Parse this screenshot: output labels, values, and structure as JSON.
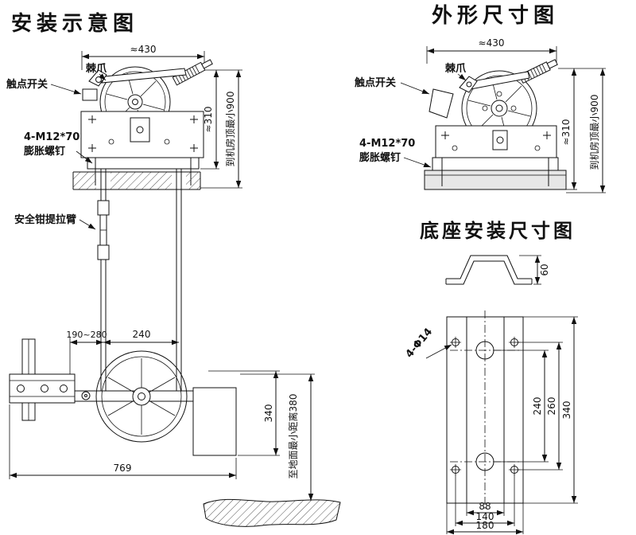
{
  "meta": {
    "drawing_type": "elevator speed governor installation drawing",
    "language": "zh-CN"
  },
  "titles": {
    "install": "安装示意图",
    "outline": "外形尺寸图",
    "base": "底座安装尺寸图"
  },
  "install_view": {
    "labels": {
      "pawl": "棘爪",
      "contact_switch": "触点开关",
      "bolt_spec": "4-M12*70",
      "bolt_name": "膨胀螺钉",
      "safety_arm": "安全钳提拉臂"
    },
    "dims": {
      "top_width": "≈430",
      "body_height": "≈310",
      "to_ceiling": "到机房顶最小900",
      "rail_to_rope": "190~280",
      "rope_span": "240",
      "tension_height": "340",
      "base_width": "769",
      "to_floor": "至地面最小距离380"
    }
  },
  "outline_view": {
    "labels": {
      "pawl": "棘爪",
      "contact_switch": "触点开关",
      "bolt_spec": "4-M12*70",
      "bolt_name": "膨胀螺钉"
    },
    "dims": {
      "top_width": "≈430",
      "body_height": "≈310",
      "to_ceiling": "到机房顶最小900"
    }
  },
  "base_view": {
    "labels": {
      "holes": "4-Φ14"
    },
    "dims": {
      "bracket_height": "60",
      "hole_pitch_v": "240",
      "slot_pitch_v": "260",
      "plate_height": "340",
      "channel_width": "88",
      "hole_pitch_h": "140",
      "plate_width": "180"
    }
  }
}
